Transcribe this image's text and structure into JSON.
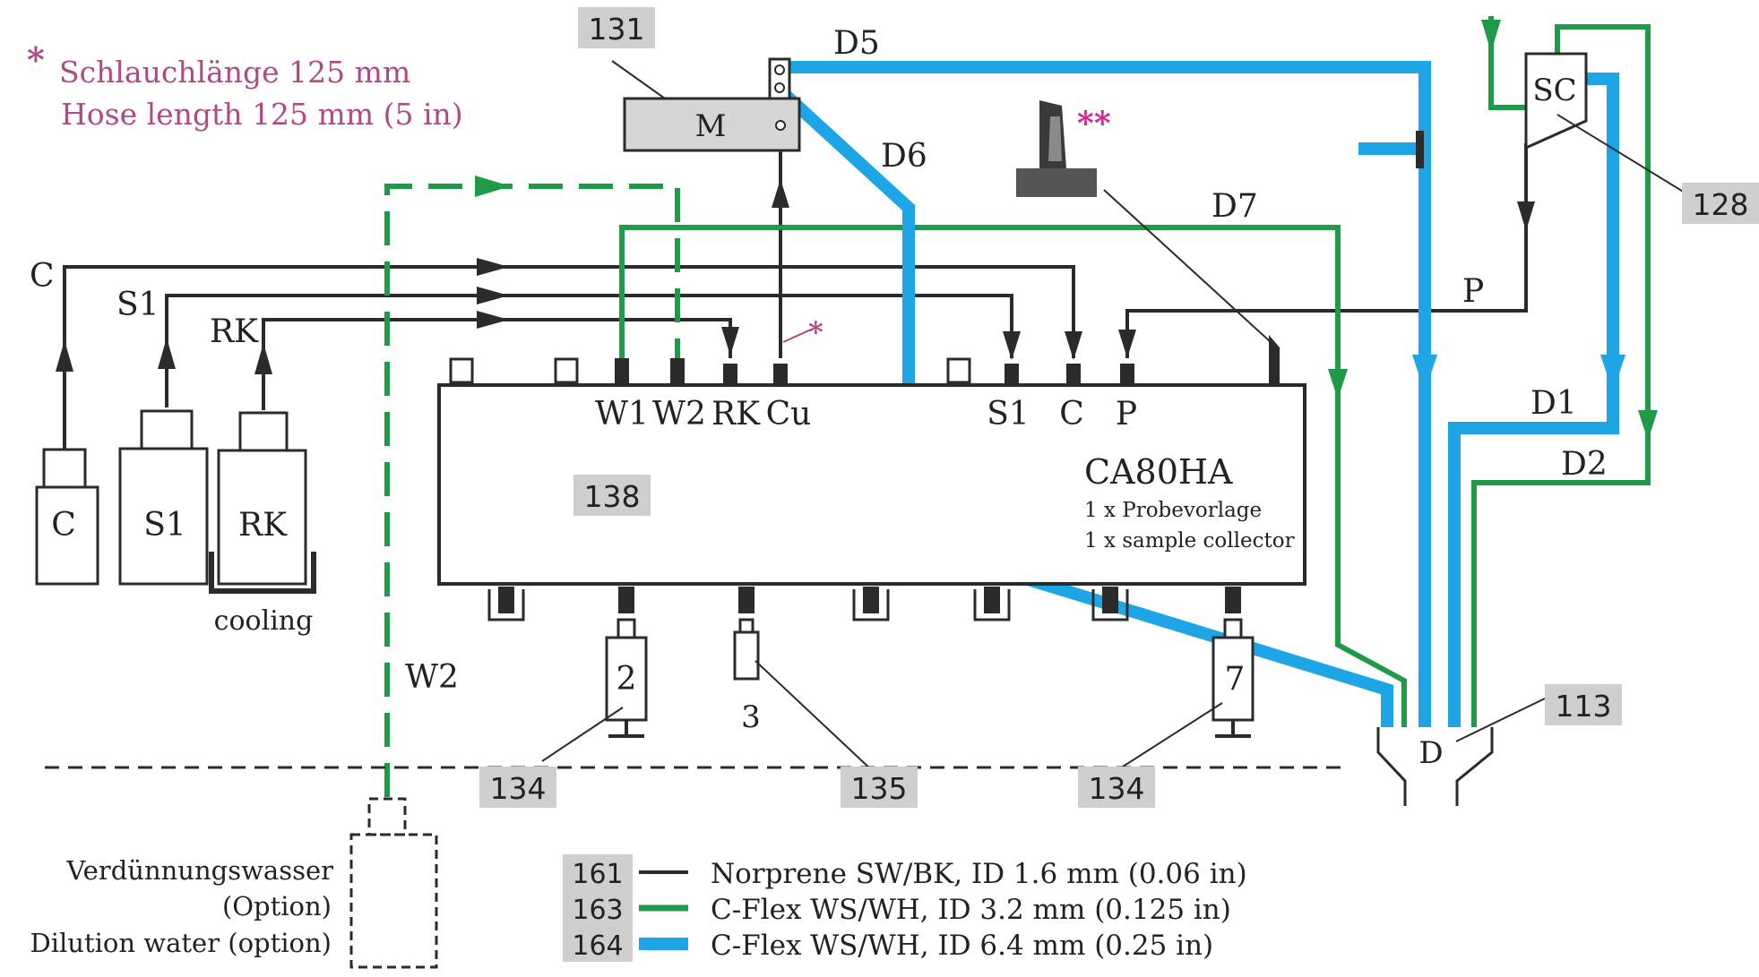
{
  "note": {
    "star": "*",
    "line1": "Schlauchlänge 125 mm",
    "line2": "Hose length 125 mm (5 in)",
    "double_star": "**",
    "cu_star": "*"
  },
  "colors": {
    "norprene": "#2b2b2b",
    "cflex_green": "#1f9a48",
    "cflex_blue": "#1ea5e6",
    "ref_box": "#cfcfcf",
    "note": "#b04a86",
    "star": "#d4268f"
  },
  "refs": {
    "r131": "131",
    "r128": "128",
    "r138": "138",
    "r134a": "134",
    "r135": "135",
    "r134b": "134",
    "r113": "113",
    "r161": "161",
    "r163": "163",
    "r164": "164"
  },
  "labels": {
    "motor": "M",
    "sc": "SC",
    "d5": "D5",
    "d6": "D6",
    "d7": "D7",
    "d1": "D1",
    "d2": "D2",
    "d": "D",
    "p": "P",
    "w2_line": "W2",
    "line_c": "C",
    "line_s1": "S1",
    "line_rk": "RK",
    "bottle_c": "C",
    "bottle_s1": "S1",
    "bottle_rk": "RK",
    "cooling": "cooling"
  },
  "ports": {
    "w1": "W1",
    "w2": "W2",
    "rk": "RK",
    "cu": "Cu",
    "s1": "S1",
    "c": "C",
    "p": "P"
  },
  "device": {
    "name": "CA80HA",
    "line1": "1 x Probevorlage",
    "line2": "1 x sample collector"
  },
  "syringes": {
    "s2": "2",
    "s3": "3",
    "s7": "7"
  },
  "dilution": {
    "line1": "Verdünnungswasser",
    "line2": "(Option)",
    "line3": "Dilution water (option)"
  },
  "legend": [
    {
      "ref": "161",
      "text": "Norprene SW/BK, ID 1.6 mm (0.06 in)"
    },
    {
      "ref": "163",
      "text": "C-Flex WS/WH, ID 3.2 mm (0.125 in)"
    },
    {
      "ref": "164",
      "text": "C-Flex WS/WH, ID 6.4 mm (0.25 in)"
    }
  ]
}
